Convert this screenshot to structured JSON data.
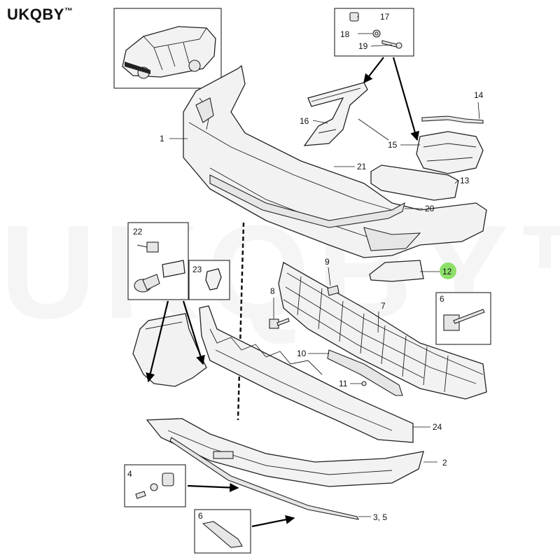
{
  "brand": {
    "name": "UKQBY",
    "mark": "™"
  },
  "watermark": "UKQBY™",
  "highlight_color": "#8ee06a",
  "callouts": {
    "c1": "1",
    "c2": "2",
    "c35": "3, 5",
    "c4": "4",
    "c6a": "6",
    "c6b": "6",
    "c7": "7",
    "c8": "8",
    "c9": "9",
    "c10": "10",
    "c11": "11",
    "c12": "12",
    "c13": "13",
    "c14": "14",
    "c15": "15",
    "c16": "16",
    "c17": "17",
    "c18": "18",
    "c19": "19",
    "c20": "20",
    "c21": "21",
    "c22": "22",
    "c23": "23",
    "c24": "24"
  }
}
